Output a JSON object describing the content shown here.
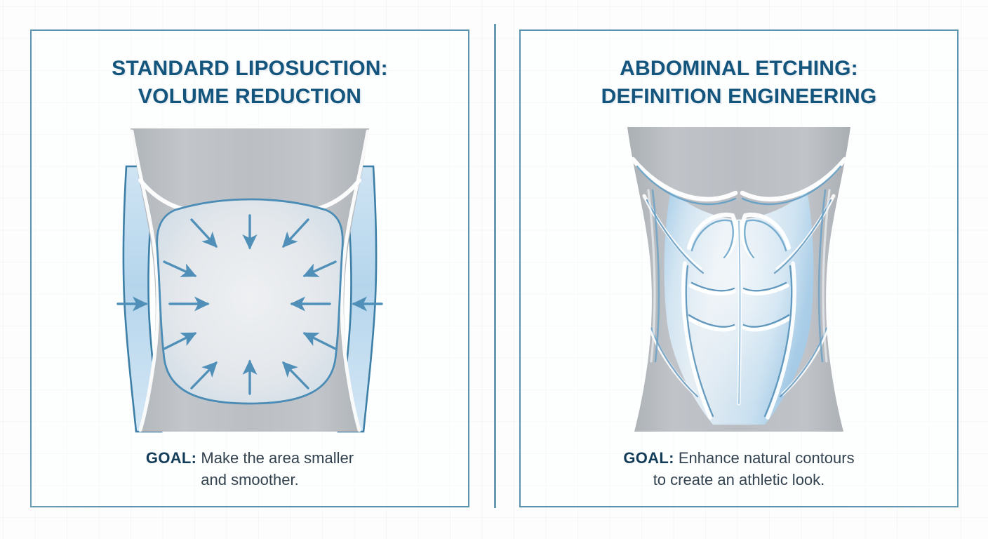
{
  "page": {
    "background_color": "#fdfdfe",
    "accent_color": "#14557e",
    "border_color": "#5b92ad",
    "body_gray": "#b9bdc2",
    "highlight_blue": "#bcd9ee"
  },
  "panels": [
    {
      "id": "standard-liposuction",
      "title_line1": "STANDARD LIPOSUCTION:",
      "title_line2": "VOLUME REDUCTION",
      "goal_label": "GOAL:",
      "goal_text_line1": "Make the area smaller",
      "goal_text_line2": "and smoother.",
      "illustration": {
        "name": "torso-volume-reduction-diagram",
        "description": "Front torso silhouette with light-blue pre-treatment outline on both flanks and a rounded treatment zone containing inward-pointing arrows",
        "arrow_count": 12,
        "arrow_color": "#5394bd",
        "zone_outline_color": "#4a8cb5"
      }
    },
    {
      "id": "abdominal-etching",
      "title_line1": "ABDOMINAL ETCHING:",
      "title_line2": "DEFINITION ENGINEERING",
      "goal_label": "GOAL:",
      "goal_text_line1": "Enhance natural contours",
      "goal_text_line2": "to create an athletic look.",
      "illustration": {
        "name": "torso-muscle-definition-diagram",
        "description": "Front torso silhouette with etched abdominal definition: linea alba, tendinous inscriptions, oblique lines and rectus contours",
        "etch_line_color": "#5e9cc4",
        "highlight_color": "#ffffff"
      }
    }
  ]
}
